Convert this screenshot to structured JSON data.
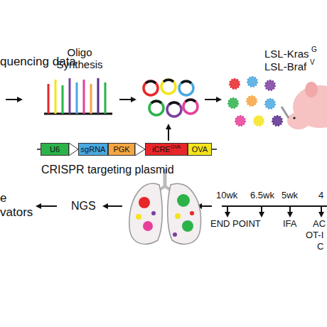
{
  "diagram": {
    "nodes": [
      {
        "text": [
          "U6"
        ]
      },
      {
        "text": [
          "sgRNA"
        ]
      },
      {
        "text": [
          "PGK"
        ]
      },
      {
        "text": [
          "iCRE",
          "OVA"
        ]
      },
      {
        "text": [
          "OVA"
        ]
      }
    ],
    "labels": [
      "quencing data",
      "Oligo Synthesis",
      "LSL-Kras",
      "G",
      "LSL-Braf",
      "V",
      "CRISPR targeting plasmid",
      "e",
      "vators",
      "NGS",
      "10wk",
      "6.5wk",
      "5wk",
      "4",
      "END POINT",
      "IFA",
      "AC",
      "OT-I",
      "C"
    ]
  }
}
